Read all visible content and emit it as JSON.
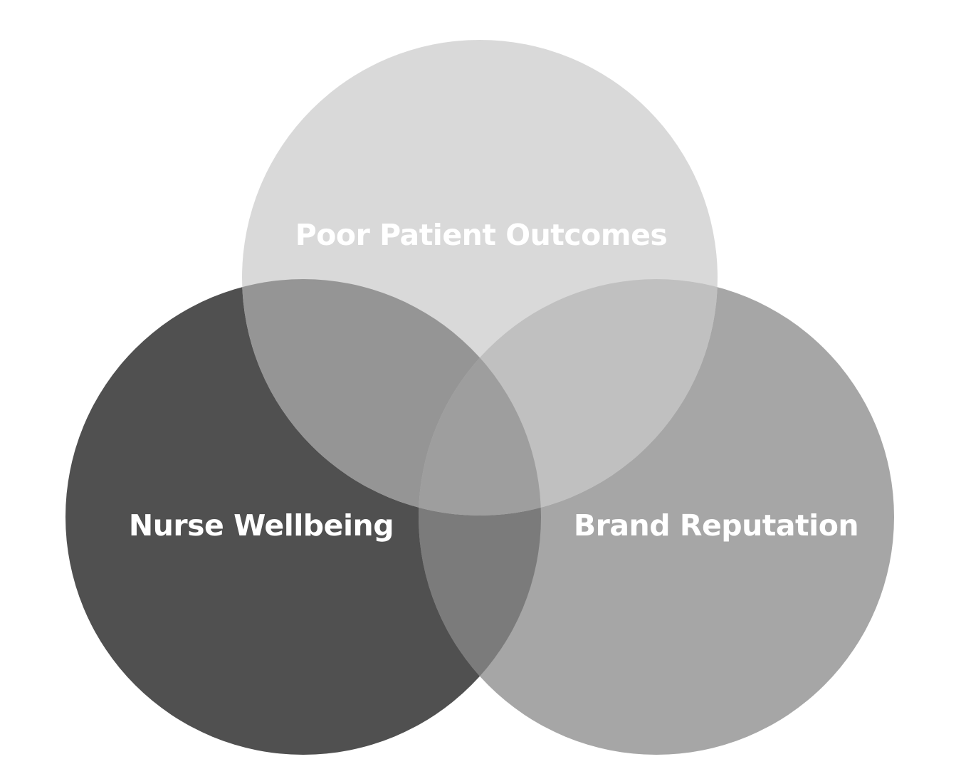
{
  "diagram": {
    "type": "venn",
    "sets": [
      {
        "id": "top",
        "label": "Poor Patient Outcomes",
        "fill": "#d9d9d9"
      },
      {
        "id": "left",
        "label": "Nurse Wellbeing",
        "fill": "#505050"
      },
      {
        "id": "right",
        "label": "Brand Reputation",
        "fill": "#a6a6a6"
      }
    ],
    "overlaps": {
      "top_left": "#959595",
      "top_right": "#c0c0c0",
      "left_right": "#7b7b7b",
      "all_three": "#9e9e9e"
    },
    "label_color": "#ffffff",
    "background": "#ffffff"
  }
}
